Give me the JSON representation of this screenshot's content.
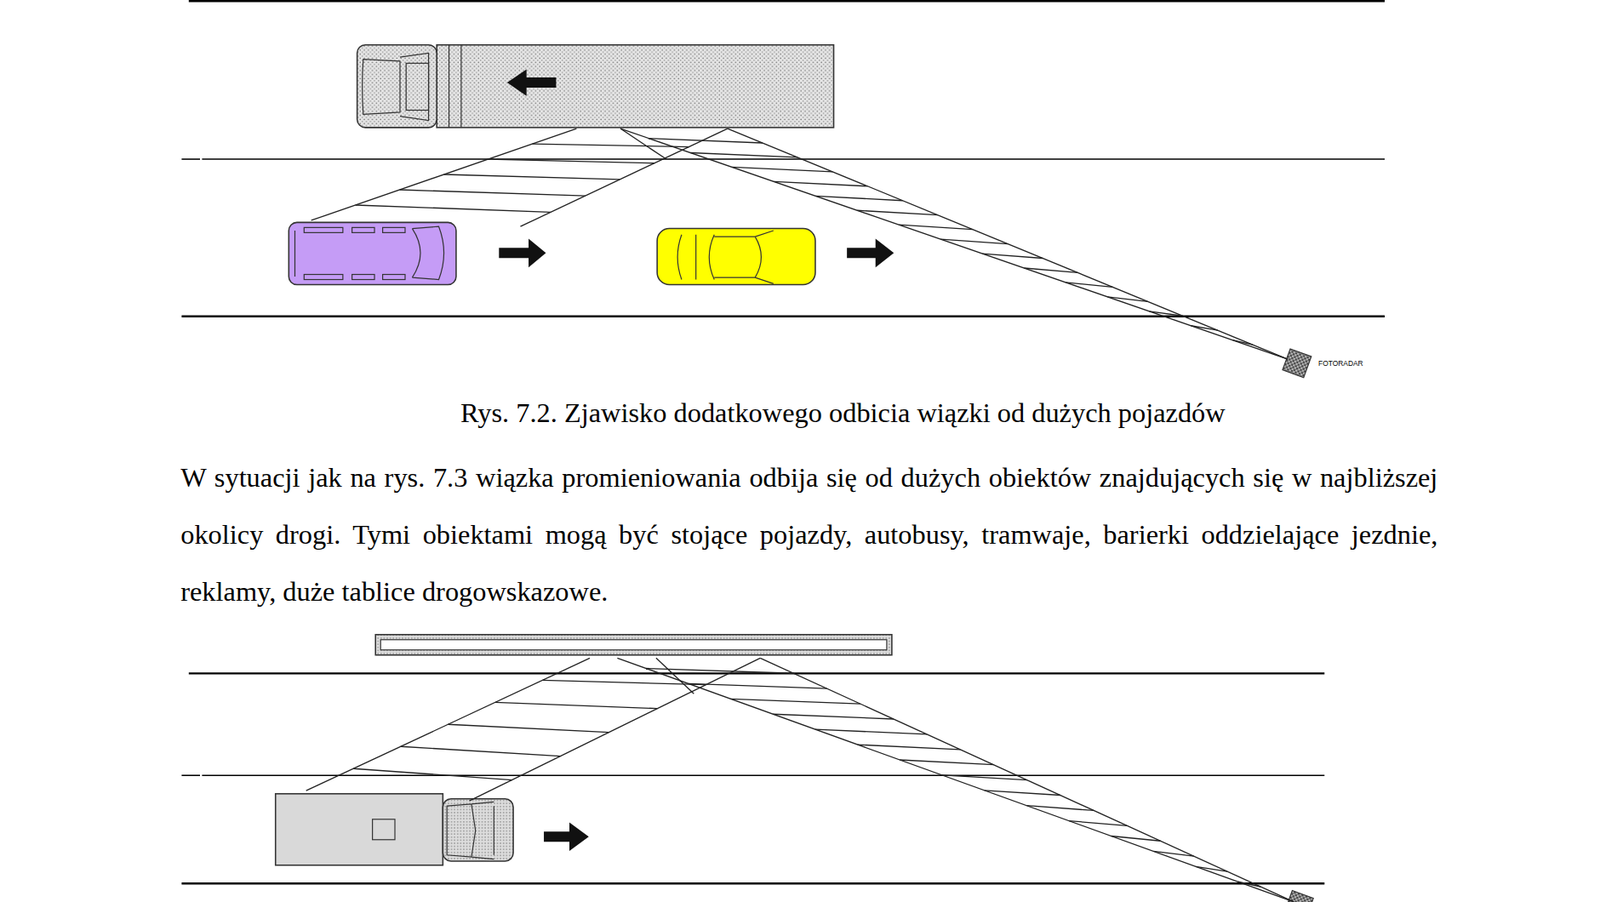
{
  "diagram": {
    "caption": "Rys. 7.2. Zjawisko dodatkowego odbicia wiązki od dużych pojazdów",
    "labels": [
      "W sytuacji jak na rys. 7.3  wiązka promieniowania odbija się od dużych obiektów znajdujących się w najbliższej okolicy drogi. Tymi obiektami mogą być stojące pojazdy, autobusy, tramwaje, barierki oddzielające jezdnie, reklamy, duże tablice drogowskazowe.",
      "FOTORADAR"
    ]
  }
}
